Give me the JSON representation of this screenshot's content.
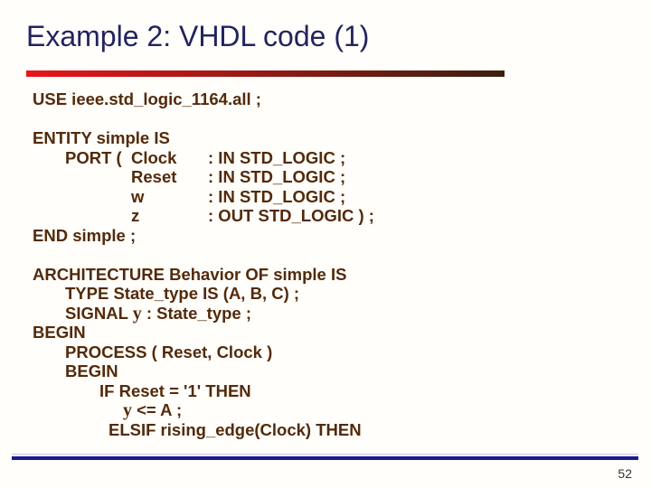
{
  "slide": {
    "title": "Example 2: VHDL code (1)",
    "page_number": "52",
    "colors": {
      "background": "#FFFEFA",
      "title": "#23235F",
      "code": "#532A0B",
      "bar_gradient_start": "#E8161B",
      "bar_gradient_end": "#3A1F10",
      "footer_line": "#1A1A96"
    },
    "code_lines": [
      {
        "indent": 0,
        "parts": [
          {
            "t": "USE ieee.std_logic_1164.all ;"
          }
        ]
      },
      {
        "indent": 0,
        "parts": [
          {
            "t": ""
          }
        ]
      },
      {
        "indent": 0,
        "parts": [
          {
            "t": "ENTITY simple IS"
          }
        ]
      },
      {
        "indent": 36,
        "parts": [
          {
            "t": "PORT (  ",
            "w": 73
          },
          {
            "t": "Clock",
            "w": 85
          },
          {
            "t": ": IN STD_LOGIC ;"
          }
        ]
      },
      {
        "indent": 36,
        "parts": [
          {
            "t": "",
            "w": 73
          },
          {
            "t": "Reset",
            "w": 85
          },
          {
            "t": ": IN STD_LOGIC ;"
          }
        ]
      },
      {
        "indent": 36,
        "parts": [
          {
            "t": "",
            "w": 73
          },
          {
            "t": "w",
            "w": 85
          },
          {
            "t": ": IN STD_LOGIC ;"
          }
        ]
      },
      {
        "indent": 36,
        "parts": [
          {
            "t": "",
            "w": 73
          },
          {
            "t": "z",
            "w": 85
          },
          {
            "t": ": OUT STD_LOGIC ) ;"
          }
        ]
      },
      {
        "indent": 0,
        "parts": [
          {
            "t": "END simple ;"
          }
        ]
      },
      {
        "indent": 0,
        "parts": [
          {
            "t": ""
          }
        ]
      },
      {
        "indent": 0,
        "parts": [
          {
            "t": "ARCHITECTURE Behavior OF simple IS"
          }
        ]
      },
      {
        "indent": 36,
        "parts": [
          {
            "t": "TYPE State_type IS (A, B, C) ;"
          }
        ]
      },
      {
        "indent": 36,
        "parts": [
          {
            "t": "SIGNAL "
          },
          {
            "t": "y",
            "serif": true
          },
          {
            "t": " : State_type ;"
          }
        ]
      },
      {
        "indent": 0,
        "parts": [
          {
            "t": "BEGIN"
          }
        ]
      },
      {
        "indent": 36,
        "parts": [
          {
            "t": "PROCESS ( Reset, Clock )"
          }
        ]
      },
      {
        "indent": 36,
        "parts": [
          {
            "t": "BEGIN"
          }
        ]
      },
      {
        "indent": 74,
        "parts": [
          {
            "t": "IF Reset = '1' THEN"
          }
        ]
      },
      {
        "indent": 100,
        "parts": [
          {
            "t": "y",
            "serif": true
          },
          {
            "t": " <= A ;"
          }
        ]
      },
      {
        "indent": 84,
        "parts": [
          {
            "t": "ELSIF rising_edge(Clock) THEN"
          }
        ]
      }
    ]
  }
}
